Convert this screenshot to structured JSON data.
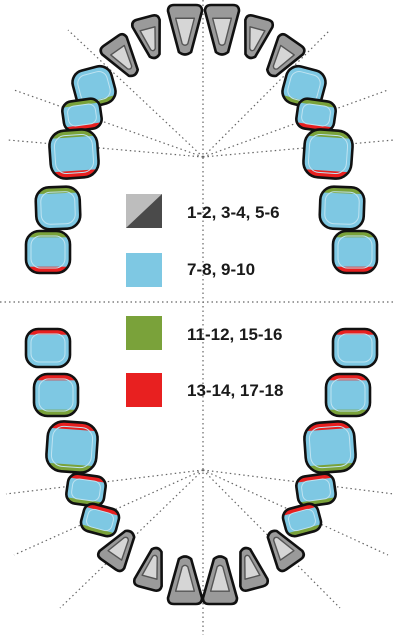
{
  "legend": {
    "items": [
      {
        "label": "1-2, 3-4, 5-6",
        "swatch": "split-gray"
      },
      {
        "label": "7-8, 9-10",
        "swatch": "solid",
        "color": "#7ec8e3"
      },
      {
        "label": "11-12, 15-16",
        "swatch": "solid",
        "color": "#7aa23a"
      },
      {
        "label": "13-14, 17-18",
        "swatch": "solid",
        "color": "#e82020"
      }
    ]
  },
  "colors": {
    "incisor_gray": "#9a9a9a",
    "incisor_light": "#d6d6d6",
    "tooth_blue": "#7ec8e3",
    "band_green": "#7aa23a",
    "band_red": "#e82020",
    "outline": "#111111",
    "guide_line": "#666666"
  }
}
